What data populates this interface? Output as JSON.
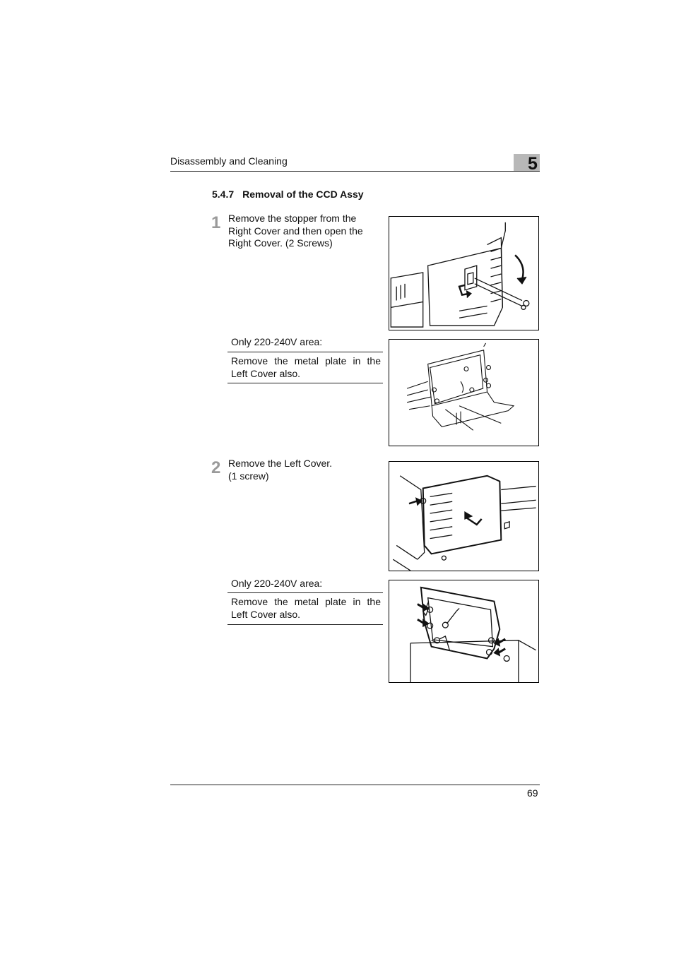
{
  "header": {
    "running_title": "Disassembly and Cleaning",
    "chapter_number": "5"
  },
  "section": {
    "number": "5.4.7",
    "title": "Removal of the CCD Assy"
  },
  "steps": [
    {
      "number": "1",
      "lines": [
        "Remove the stopper from the",
        "Right Cover and then open the",
        "Right Cover. (2 Screws)"
      ],
      "note": {
        "label": "Only 220-240V area:",
        "text": "Remove the metal plate in the Left Cover also."
      }
    },
    {
      "number": "2",
      "lines": [
        "Remove the Left Cover.",
        "(1 screw)"
      ],
      "note": {
        "label": "Only 220-240V area:",
        "text": "Remove the metal plate in the Left Cover also."
      }
    }
  ],
  "footer": {
    "page_number": "69"
  },
  "colors": {
    "chapter_tab": "#b8b8b8",
    "step_number": "#9a9a9a"
  }
}
